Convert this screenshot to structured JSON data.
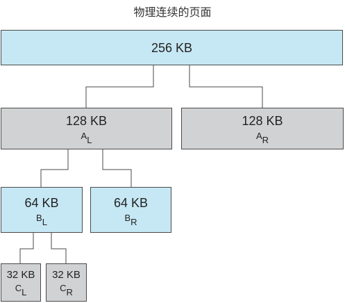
{
  "title": "物理连续的页面",
  "colors": {
    "root_fill": "#c6e8f4",
    "gray_fill": "#d1d2d4",
    "blue_fill": "#c6e8f4",
    "border": "#4a4a4a",
    "connector": "#4a4a4a"
  },
  "tree": {
    "root": {
      "size": "256 KB"
    },
    "a_left": {
      "size": "128 KB",
      "letter": "A",
      "sub": "L",
      "fill": "gray"
    },
    "a_right": {
      "size": "128 KB",
      "letter": "A",
      "sub": "R",
      "fill": "gray"
    },
    "b_left": {
      "size": "64 KB",
      "letter": "B",
      "sub": "L",
      "fill": "blue"
    },
    "b_right": {
      "size": "64 KB",
      "letter": "B",
      "sub": "R",
      "fill": "blue"
    },
    "c_left": {
      "size": "32 KB",
      "letter": "C",
      "sub": "L",
      "fill": "gray"
    },
    "c_right": {
      "size": "32 KB",
      "letter": "C",
      "sub": "R",
      "fill": "gray"
    }
  }
}
